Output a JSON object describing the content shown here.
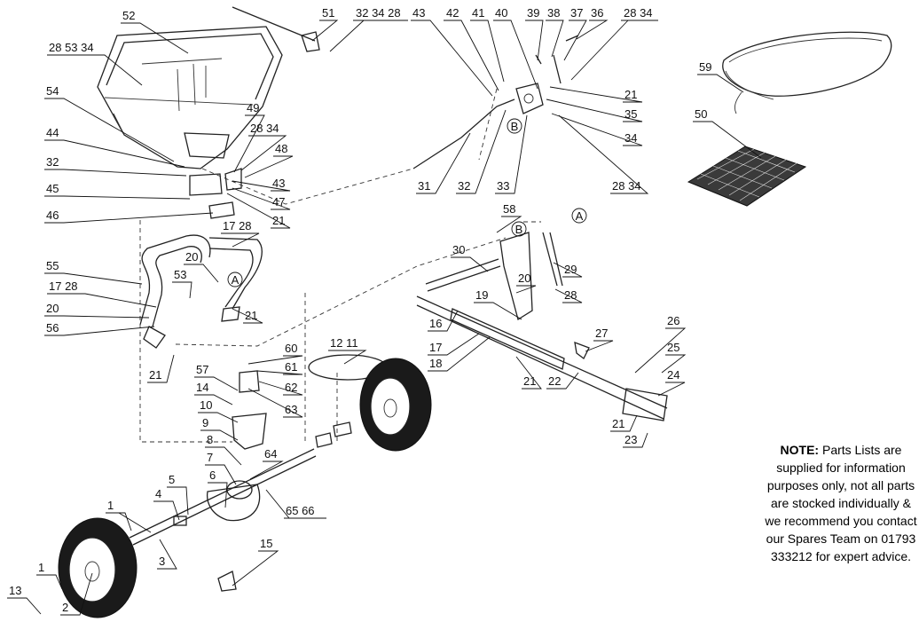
{
  "note": {
    "heading": "NOTE:",
    "body": "Parts Lists are supplied for information purposes only, not all parts are stocked individually & we recommend you contact our Spares Team on 01793 333212 for expert advice."
  },
  "callouts": {
    "c52": "52",
    "c51": "51",
    "c32_34_28": "32 34 28",
    "c43": "43",
    "c42": "42",
    "c41": "41",
    "c40": "40",
    "c39": "39",
    "c38": "38",
    "c37": "37",
    "c36": "36",
    "c28_34a": "28 34",
    "c28_53_34": "28 53 34",
    "c54": "54",
    "c49": "49",
    "c28_34b": "28 34",
    "c48": "48",
    "c44": "44",
    "c32a": "32",
    "c43b": "43",
    "c47": "47",
    "c45": "45",
    "c46": "46",
    "c21a": "21",
    "c21b": "21",
    "c35": "35",
    "c34": "34",
    "c31": "31",
    "c32b": "32",
    "c33": "33",
    "c28_34c": "28 34",
    "c59": "59",
    "c50": "50",
    "c17_28a": "17 28",
    "c20a": "20",
    "c53": "53",
    "c55": "55",
    "c17_28b": "17 28",
    "c20b": "20",
    "c56": "56",
    "c21c": "21",
    "c21d": "21",
    "c58": "58",
    "c30": "30",
    "c29": "29",
    "c20c": "20",
    "c28": "28",
    "c19": "19",
    "c16": "16",
    "c17": "17",
    "c18": "18",
    "c21e": "21",
    "c22": "22",
    "c27": "27",
    "c26": "26",
    "c25": "25",
    "c24": "24",
    "c21f": "21",
    "c23": "23",
    "c60": "60",
    "c61": "61",
    "c62": "62",
    "c63": "63",
    "c57": "57",
    "c14": "14",
    "c10": "10",
    "c12_11": "12 11",
    "c9": "9",
    "c8": "8",
    "c64": "64",
    "c7": "7",
    "c6": "6",
    "c5": "5",
    "c4": "4",
    "c65_66": "65 66",
    "c15": "15",
    "c1a": "1",
    "c3": "3",
    "c1b": "1",
    "c13": "13",
    "c2": "2"
  },
  "markers": {
    "A1": "A",
    "A2": "A",
    "B1": "B",
    "B2": "B"
  }
}
